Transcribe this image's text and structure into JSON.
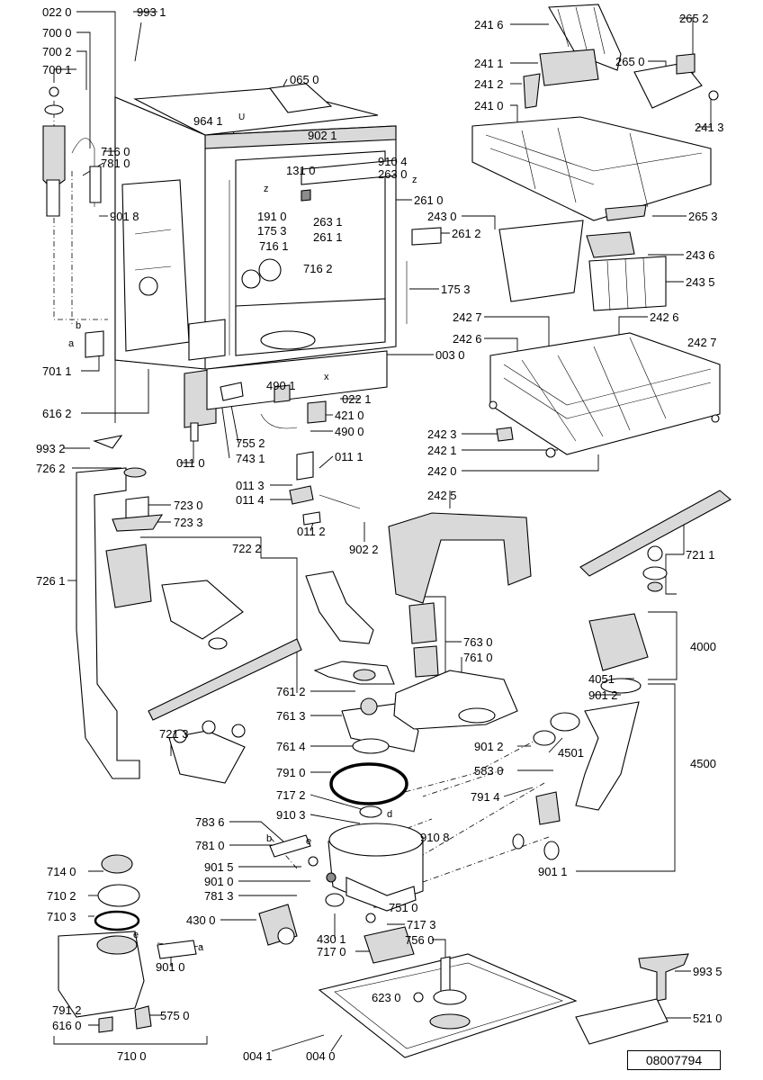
{
  "labels": {
    "l0220": "022 0",
    "l7000": "700 0",
    "l7002": "700 2",
    "l7001": "700 1",
    "l9931": "993 1",
    "l0650": "065 0",
    "l9641": "964 1",
    "l9021": "902 1",
    "l7160": "716 0",
    "l7810": "781 0",
    "l1310": "131 0",
    "l9104": "910 4",
    "l2630": "263 0",
    "l9018": "901 8",
    "l1910": "191 0",
    "l1753a": "175 3",
    "l2631": "263 1",
    "l2611": "261 1",
    "l2610": "261 0",
    "l7161": "716 1",
    "l7162": "716 2",
    "l2612": "261 2",
    "l1753b": "175 3",
    "l7011": "701 1",
    "l6162": "616 2",
    "l0030": "003 0",
    "l0221": "022 1",
    "l4901": "490 1",
    "l4210": "421 0",
    "l4900": "490 0",
    "l7552": "755 2",
    "l7431": "743 1",
    "l0110": "011 0",
    "l9932": "993 2",
    "l7262": "726 2",
    "l0111": "011 1",
    "l0113": "011 3",
    "l0114": "011 4",
    "l7230": "723 0",
    "l7233": "723 3",
    "l0112": "011 2",
    "l9022": "902 2",
    "l7222": "722 2",
    "l7261": "726 1",
    "l7213": "721 3",
    "l2416": "241 6",
    "l2411": "241 1",
    "l2412": "241 2",
    "l2410": "241 0",
    "l2652": "265 2",
    "l2650": "265 0",
    "l2413": "241 3",
    "l2430": "243 0",
    "l2653": "265 3",
    "l2436": "243 6",
    "l2435": "243 5",
    "l2427a": "242 7",
    "l2426a": "242 6",
    "l2426b": "242 6",
    "l2427b": "242 7",
    "l2423": "242 3",
    "l2421": "242 1",
    "l2420": "242 0",
    "l2425": "242 5",
    "l7211": "721 1",
    "l7630": "763 0",
    "l7610": "761 0",
    "l4000": "4000",
    "l4051": "4051",
    "l9012a": "901 2",
    "l7612": "761 2",
    "l7613": "761 3",
    "l9012b": "901 2",
    "l4501": "4501",
    "l7614": "761 4",
    "l4500": "4500",
    "l5830": "583 0",
    "l7910": "791 0",
    "l7172": "717 2",
    "l7914": "791 4",
    "l7836": "783 6",
    "l9103": "910 3",
    "l9108": "910 8",
    "l7810b": "781 0",
    "l9015": "901 5",
    "l9010a": "901 0",
    "l7813": "781 3",
    "l9011": "901 1",
    "l7140": "714 0",
    "l7102": "710 2",
    "l7103": "710 3",
    "l7510": "751 0",
    "l4300": "430 0",
    "l4301": "430 1",
    "l7173": "717 3",
    "l7560": "756 0",
    "l7170": "717 0",
    "l9010b": "901 0",
    "l9935": "993 5",
    "l7912": "791 2",
    "l6160": "616 0",
    "l5750": "575 0",
    "l6230": "623 0",
    "l5210": "521 0",
    "l7100": "710 0",
    "l0041": "004 1",
    "l0040": "004 0"
  },
  "letters": {
    "b1": "b",
    "a1": "a",
    "z1": "z",
    "z2": "z",
    "x1": "x",
    "u1": "U",
    "e1": "e",
    "b2": "b",
    "e2": "e",
    "d1": "d",
    "a2": "a"
  },
  "drawing_number": "08007794"
}
